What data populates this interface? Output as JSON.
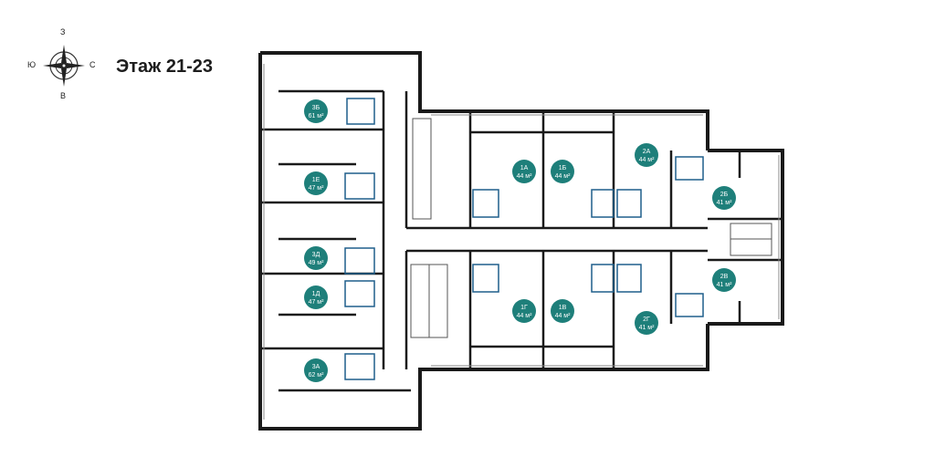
{
  "title": "Этаж 21-23",
  "compass": {
    "north": "З",
    "south": "В",
    "west": "Ю",
    "east": "С",
    "icon": "compass-rose-icon"
  },
  "colors": {
    "badge": "#1e7f7a",
    "wall": "#1a1a1a",
    "bath": "#1f5f8b",
    "thin": "#555555"
  },
  "apartments": [
    {
      "id": "3Б",
      "area": "61 м²"
    },
    {
      "id": "1Е",
      "area": "47 м²"
    },
    {
      "id": "3Д",
      "area": "49 м²"
    },
    {
      "id": "1Д",
      "area": "47 м²"
    },
    {
      "id": "3А",
      "area": "62 м²"
    },
    {
      "id": "1А",
      "area": "44 м²"
    },
    {
      "id": "1Б",
      "area": "44 м²"
    },
    {
      "id": "2А",
      "area": "44 м²"
    },
    {
      "id": "2Б",
      "area": "41 м²"
    },
    {
      "id": "1Г",
      "area": "44 м²"
    },
    {
      "id": "1В",
      "area": "44 м²"
    },
    {
      "id": "2Г",
      "area": "41 м²"
    },
    {
      "id": "2В",
      "area": "41 м²"
    }
  ]
}
